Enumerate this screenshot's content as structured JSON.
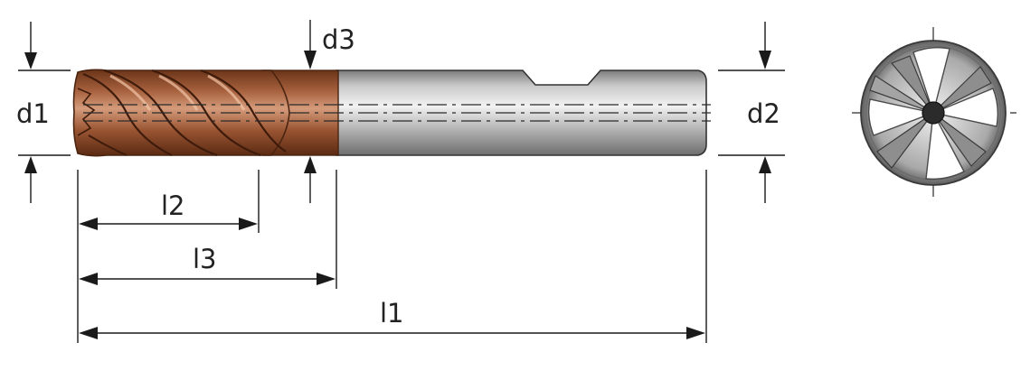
{
  "labels": {
    "d1": "d1",
    "d2": "d2",
    "d3": "d3",
    "l1": "l1",
    "l2": "l2",
    "l3": "l3"
  },
  "colors": {
    "coating": "#8a4a2c",
    "shank": "#b9b9b9",
    "line": "#1a1a1a"
  }
}
